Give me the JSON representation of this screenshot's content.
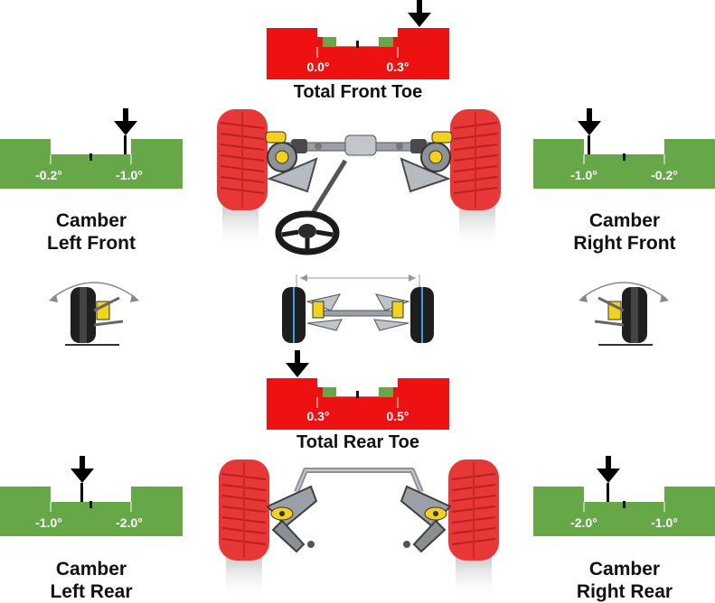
{
  "colors": {
    "toe_gauge": "#ee1111",
    "camber_gauge": "#66a848",
    "tire": "#e83737",
    "arrow": "#000000",
    "spring": "#f2d21c"
  },
  "front_toe": {
    "title": "Total Front Toe",
    "min_label": "0.0°",
    "max_label": "0.3°",
    "indicator": "right"
  },
  "rear_toe": {
    "title": "Total Rear Toe",
    "min_label": "0.3°",
    "max_label": "0.5°",
    "indicator": "left"
  },
  "camber_left_front": {
    "title_line1": "Camber",
    "title_line2": "Left Front",
    "left_label": "-0.2°",
    "right_label": "-1.0°",
    "indicator": "right-inner"
  },
  "camber_right_front": {
    "title_line1": "Camber",
    "title_line2": "Right Front",
    "left_label": "-1.0°",
    "right_label": "-0.2°",
    "indicator": "left-inner"
  },
  "camber_left_rear": {
    "title_line1": "Camber",
    "title_line2": "Left Rear",
    "left_label": "-1.0°",
    "right_label": "-2.0°",
    "indicator": "left-inner"
  },
  "camber_right_rear": {
    "title_line1": "Camber",
    "title_line2": "Right Rear",
    "left_label": "-2.0°",
    "right_label": "-1.0°",
    "indicator": "left-inner"
  },
  "icons": {
    "front_suspension": "front-suspension-illustration",
    "rear_suspension": "rear-suspension-illustration",
    "axle_view": "axle-front-view-illustration",
    "camber_left": "camber-left-wheel-icon",
    "camber_right": "camber-right-wheel-icon"
  }
}
